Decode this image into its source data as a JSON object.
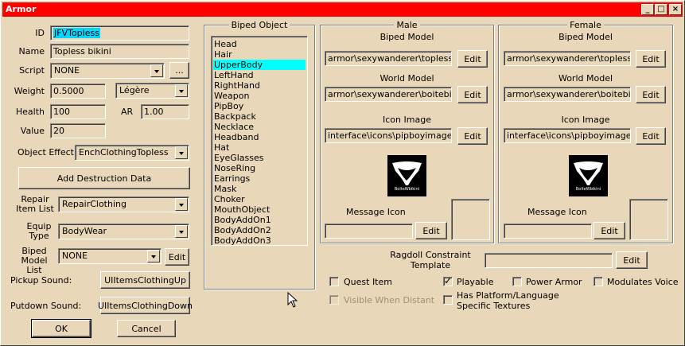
{
  "window": {
    "title": "Armor",
    "minimize": "_",
    "maximize": "□",
    "close": "×"
  },
  "left": {
    "id_label": "ID",
    "id_value": "JFVTopless",
    "name_label": "Name",
    "name_value": "Topless bikini",
    "script_label": "Script",
    "script_value": "NONE",
    "script_btn": "...",
    "weight_label": "Weight",
    "weight_value": "0.5000",
    "weight_class": "Légère",
    "health_label": "Health",
    "health_value": "100",
    "ar_label": "AR",
    "ar_value": "1.00",
    "value_label": "Value",
    "value_value": "20",
    "effect_label": "Object Effect",
    "effect_value": "EnchClothingTopless",
    "destruction_btn": "Add Destruction Data",
    "repair_label": "Repair Item List",
    "repair_value": "RepairClothing",
    "equip_label": "Equip Type",
    "equip_value": "BodyWear",
    "biped_list_label": "Biped Model List",
    "biped_list_value": "NONE",
    "biped_list_edit": "Edit",
    "pickup_label": "Pickup Sound:",
    "pickup_value": "UIItemsClothingUp",
    "putdown_label": "Putdown Sound:",
    "putdown_value": "UIItemsClothingDown",
    "ok": "OK",
    "cancel": "Cancel"
  },
  "biped": {
    "title": "Biped Object",
    "items": [
      "Head",
      "Hair",
      "UpperBody",
      "LeftHand",
      "RightHand",
      "Weapon",
      "PipBoy",
      "Backpack",
      "Necklace",
      "Headband",
      "Hat",
      "EyeGlasses",
      "NoseRing",
      "Earrings",
      "Mask",
      "Choker",
      "MouthObject",
      "BodyAddOn1",
      "BodyAddOn2",
      "BodyAddOn3"
    ],
    "selected": "UpperBody"
  },
  "male": {
    "title": "Male",
    "biped_label": "Biped Model",
    "biped_value": "armor\\sexywanderer\\topless.nif",
    "biped_edit": "Edit",
    "world_label": "World Model",
    "world_value": "armor\\sexywanderer\\boitebikini.",
    "world_edit": "Edit",
    "icon_label": "Icon Image",
    "icon_value": "interface\\icons\\pipboyimages\\a",
    "icon_edit": "Edit",
    "icon_caption": "BoiteWbikini",
    "msg_label": "Message Icon",
    "msg_value": "",
    "msg_edit": "Edit"
  },
  "female": {
    "title": "Female",
    "biped_label": "Biped Model",
    "biped_value": "armor\\sexywanderer\\topless.nif",
    "biped_edit": "Edit",
    "world_label": "World Model",
    "world_value": "armor\\sexywanderer\\boitebikini.",
    "world_edit": "Edit",
    "icon_label": "Icon Image",
    "icon_value": "interface\\icons\\pipboyimages\\a",
    "icon_edit": "Edit",
    "icon_caption": "BoiteWbikini",
    "msg_label": "Message Icon",
    "msg_value": "",
    "msg_edit": "Edit"
  },
  "ragdoll": {
    "label": "Ragdoll Constraint Template",
    "value": "",
    "edit": "Edit"
  },
  "flags": {
    "quest_item": "Quest Item",
    "playable": "Playable",
    "power_armor": "Power Armor",
    "modulates_voice": "Modulates Voice",
    "visible_distant": "Visible When Distant",
    "has_platform": "Has Platform/Language Specific Textures"
  }
}
